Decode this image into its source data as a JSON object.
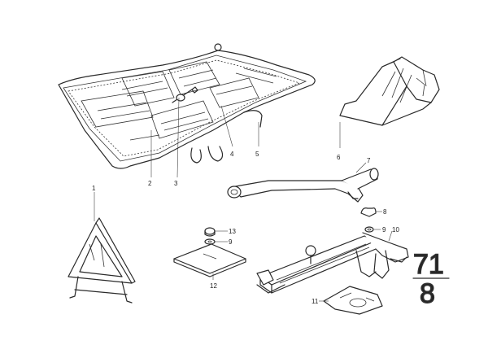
{
  "diagram": {
    "callouts": {
      "c1": "1",
      "c2": "2",
      "c3": "3",
      "c4": "4",
      "c5": "5",
      "c6": "6",
      "c7": "7",
      "c8a": "8",
      "c9a": "9",
      "c10": "10",
      "c11": "11",
      "c12": "12",
      "c13": "13",
      "c9b": "9"
    },
    "page_ref": {
      "top": "71",
      "bottom": "8"
    }
  }
}
